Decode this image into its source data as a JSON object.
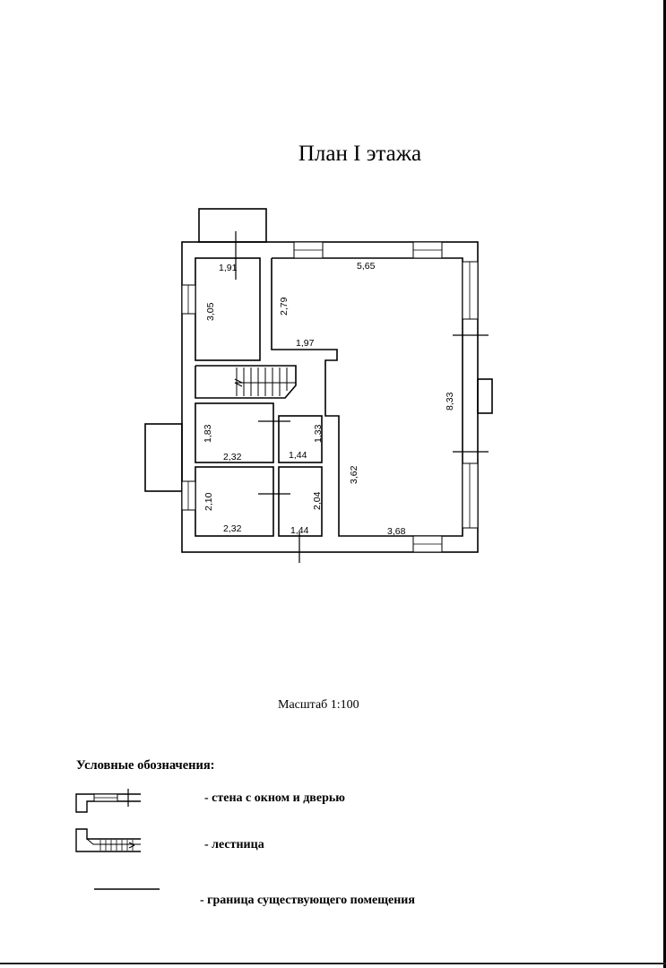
{
  "title": "План I этажа",
  "dimensions": {
    "d_1_91": "1,91",
    "d_3_05": "3,05",
    "d_2_79": "2,79",
    "d_5_65": "5,65",
    "d_1_97": "1,97",
    "d_8_33": "8,33",
    "d_1_83": "1,83",
    "d_1_33": "1,33",
    "d_2_32_a": "2,32",
    "d_1_44_a": "1,44",
    "d_3_62": "3,62",
    "d_2_10": "2,10",
    "d_2_04": "2,04",
    "d_2_32_b": "2,32",
    "d_1_44_b": "1,44",
    "d_3_68": "3,68"
  },
  "scale": "Масштаб 1:100",
  "legend": {
    "title": "Условные обозначения:",
    "wall_window_door": "- стена с окном и дверью",
    "stairs": "- лестница",
    "boundary": "- граница существующего помещения"
  }
}
